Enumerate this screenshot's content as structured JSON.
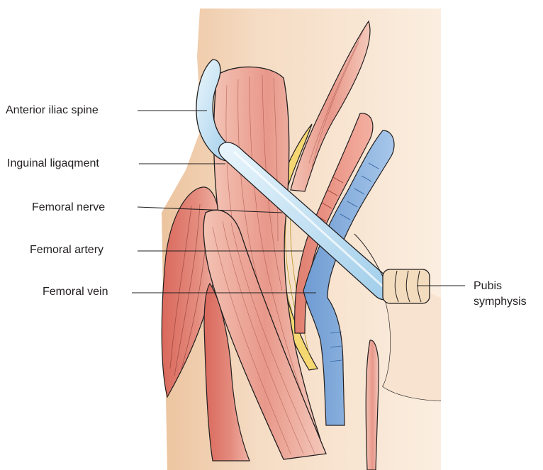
{
  "labels": {
    "anterior_iliac_spine": "Anterior iliac spine",
    "inguinal_ligament": "Inguinal ligaqment",
    "femoral_nerve": "Femoral nerve",
    "femoral_artery": "Femoral artery",
    "femoral_vein": "Femoral vein",
    "pubis_line1": "Pubis",
    "pubis_line2": "symphysis"
  },
  "colors": {
    "skin": "#f3d9bf",
    "skin_shadow": "#e9c39e",
    "muscle": "#e89a8b",
    "muscle_dark": "#cf6b5f",
    "bone": "#bfe0f2",
    "nerve": "#f5d77a",
    "artery": "#ec9080",
    "vein": "#8db4de",
    "pubis": "#f1dcbd"
  }
}
